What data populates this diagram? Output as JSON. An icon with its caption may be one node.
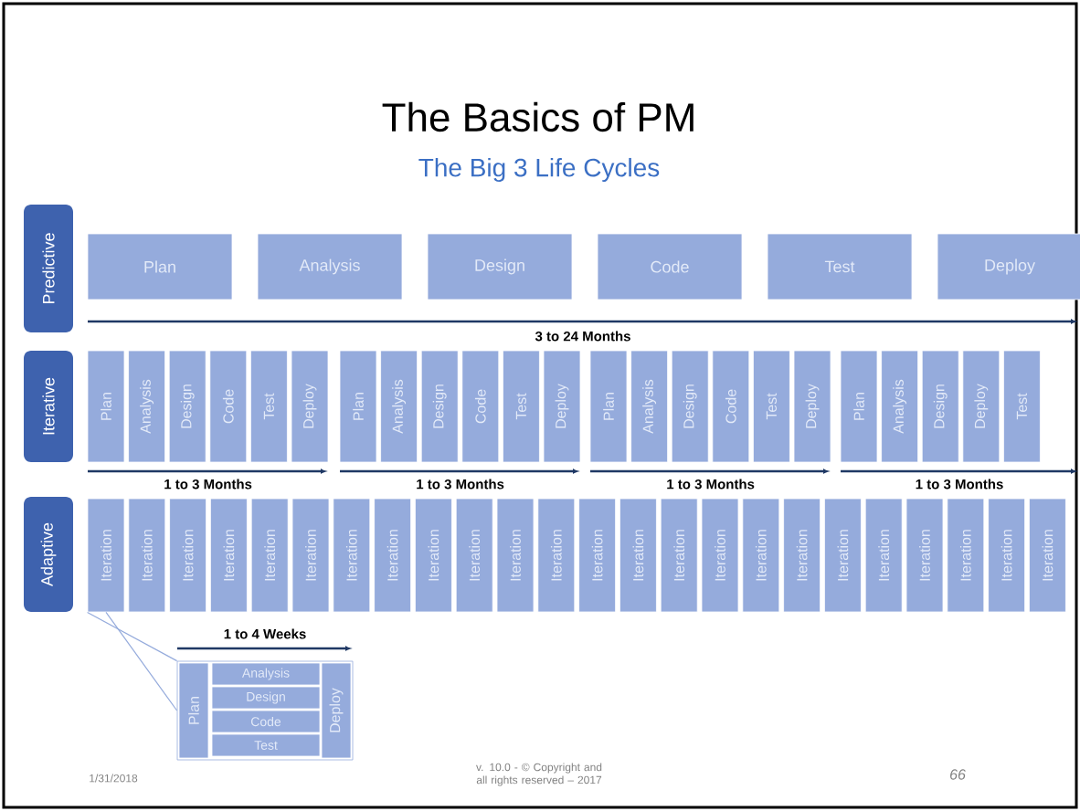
{
  "diagram": {
    "title": "The Basics of PM",
    "nodes": [
      {
        "text": [
          "Predictive"
        ]
      },
      {
        "text": [
          "Plan"
        ]
      },
      {
        "text": [
          "Analysis"
        ]
      },
      {
        "text": [
          "Design"
        ]
      },
      {
        "text": [
          "Code"
        ]
      },
      {
        "text": [
          "Test"
        ]
      },
      {
        "text": [
          "Deploy"
        ]
      },
      {
        "text": [
          "Iterative"
        ]
      },
      {
        "text": [
          "Plan"
        ]
      },
      {
        "text": [
          "Analysis"
        ]
      },
      {
        "text": [
          "Design"
        ]
      },
      {
        "text": [
          "Code"
        ]
      },
      {
        "text": [
          "Test"
        ]
      },
      {
        "text": [
          "Deploy"
        ]
      },
      {
        "text": [
          "Plan"
        ]
      },
      {
        "text": [
          "Analysis"
        ]
      },
      {
        "text": [
          "Design"
        ]
      },
      {
        "text": [
          "Code"
        ]
      },
      {
        "text": [
          "Test"
        ]
      },
      {
        "text": [
          "Deploy"
        ]
      },
      {
        "text": [
          "Plan"
        ]
      },
      {
        "text": [
          "Analysis"
        ]
      },
      {
        "text": [
          "Design"
        ]
      },
      {
        "text": [
          "Code"
        ]
      },
      {
        "text": [
          "Test"
        ]
      },
      {
        "text": [
          "Deploy"
        ]
      },
      {
        "text": [
          "Plan"
        ]
      },
      {
        "text": [
          "Analysis"
        ]
      },
      {
        "text": [
          "Design"
        ]
      },
      {
        "text": [
          "Deploy"
        ]
      },
      {
        "text": [
          "Test"
        ]
      },
      {
        "text": [
          "Adaptive"
        ]
      },
      {
        "text": [
          "Iteration"
        ]
      },
      {
        "text": [
          "Iteration"
        ]
      },
      {
        "text": [
          "Iteration"
        ]
      },
      {
        "text": [
          "Iteration"
        ]
      },
      {
        "text": [
          "Iteration"
        ]
      },
      {
        "text": [
          "Iteration"
        ]
      },
      {
        "text": [
          "Iteration"
        ]
      },
      {
        "text": [
          "Iteration"
        ]
      },
      {
        "text": [
          "Iteration"
        ]
      },
      {
        "text": [
          "Iteration"
        ]
      },
      {
        "text": [
          "Iteration"
        ]
      },
      {
        "text": [
          "Iteration"
        ]
      },
      {
        "text": [
          "Iteration"
        ]
      },
      {
        "text": [
          "Iteration"
        ]
      },
      {
        "text": [
          "Iteration"
        ]
      },
      {
        "text": [
          "Iteration"
        ]
      },
      {
        "text": [
          "Iteration"
        ]
      },
      {
        "text": [
          "Iteration"
        ]
      },
      {
        "text": [
          "Iteration"
        ]
      },
      {
        "text": [
          "Iteration"
        ]
      },
      {
        "text": [
          "Iteration"
        ]
      },
      {
        "text": [
          "Iteration"
        ]
      },
      {
        "text": [
          "Iteration"
        ]
      },
      {
        "text": [
          "Iteration"
        ]
      },
      {
        "text": [],
        "shape": "box"
      },
      {
        "text": [
          "Plan"
        ],
        "in": 56
      },
      {
        "text": [
          "Analysis"
        ],
        "in": 56
      },
      {
        "text": [
          "Design"
        ],
        "in": 56
      },
      {
        "text": [
          "Code"
        ],
        "in": 56
      },
      {
        "text": [
          "Test"
        ],
        "in": 56
      },
      {
        "text": [
          "Deploy"
        ],
        "in": 56
      }
    ],
    "edges": [
      {
        "from": 32,
        "to": 56,
        "arrow": "none"
      },
      {
        "from": 32,
        "to": 56,
        "arrow": "none"
      }
    ],
    "labels": [
      "The Big 3 Life Cycles",
      "3 to 24 Months",
      "1 to 3 Months",
      "1 to 3 Months",
      "1 to 3 Months",
      "1 to 3 Months",
      "1 to 4 Weeks",
      "1/31/2018",
      "v. 10.0 - © Copyright and all rights reserved – 2017",
      "66"
    ]
  }
}
